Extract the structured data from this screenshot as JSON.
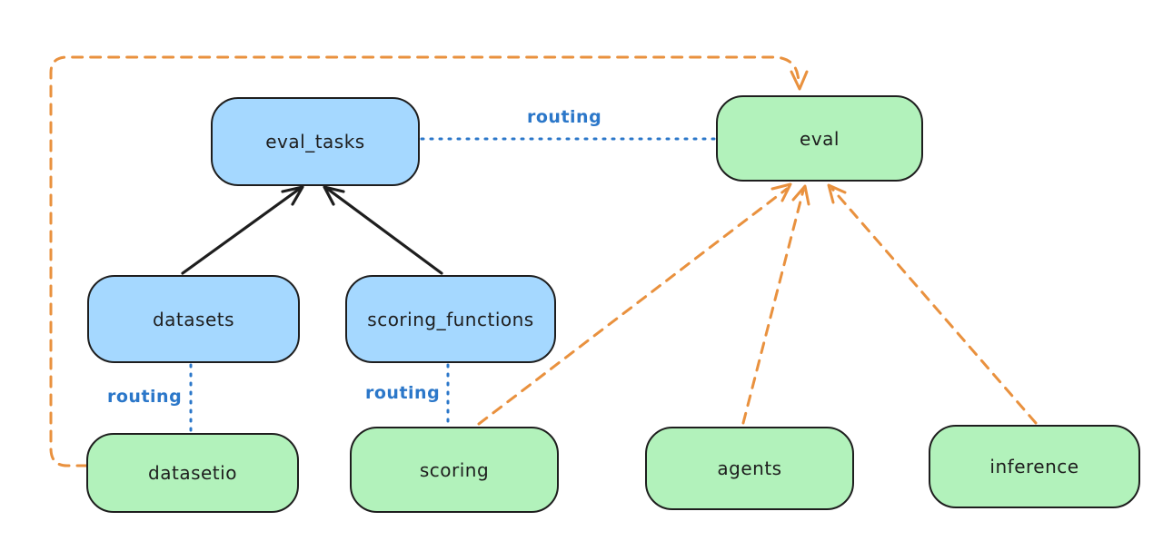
{
  "colors": {
    "blue_fill": "#a5d8ff",
    "green_fill": "#b2f2bb",
    "node_stroke": "#1e1e1e",
    "black_arrow": "#1e1e1e",
    "orange_dashed": "#e9913e",
    "routing_blue": "#2b77c9",
    "background": "#ffffff"
  },
  "nodes": {
    "eval_tasks": {
      "label": "eval_tasks",
      "color": "blue"
    },
    "eval": {
      "label": "eval",
      "color": "green"
    },
    "datasets": {
      "label": "datasets",
      "color": "blue"
    },
    "scoring_functions": {
      "label": "scoring_functions",
      "color": "blue"
    },
    "datasetio": {
      "label": "datasetio",
      "color": "green"
    },
    "scoring": {
      "label": "scoring",
      "color": "green"
    },
    "agents": {
      "label": "agents",
      "color": "green"
    },
    "inference": {
      "label": "inference",
      "color": "green"
    }
  },
  "edge_labels": {
    "routing_top": "routing",
    "routing_datasets": "routing",
    "routing_scoring": "routing"
  },
  "edges": [
    {
      "from": "datasets",
      "to": "eval_tasks",
      "style": "solid-black-arrow"
    },
    {
      "from": "scoring_functions",
      "to": "eval_tasks",
      "style": "solid-black-arrow"
    },
    {
      "from": "eval_tasks",
      "to": "eval",
      "style": "dotted-blue",
      "label": "routing"
    },
    {
      "from": "datasets",
      "to": "datasetio",
      "style": "dotted-blue",
      "label": "routing"
    },
    {
      "from": "scoring_functions",
      "to": "scoring",
      "style": "dotted-blue",
      "label": "routing"
    },
    {
      "from": "datasetio",
      "to": "eval",
      "style": "dashed-orange-arrow"
    },
    {
      "from": "scoring",
      "to": "eval",
      "style": "dashed-orange-arrow"
    },
    {
      "from": "agents",
      "to": "eval",
      "style": "dashed-orange-arrow"
    },
    {
      "from": "inference",
      "to": "eval",
      "style": "dashed-orange-arrow"
    }
  ]
}
